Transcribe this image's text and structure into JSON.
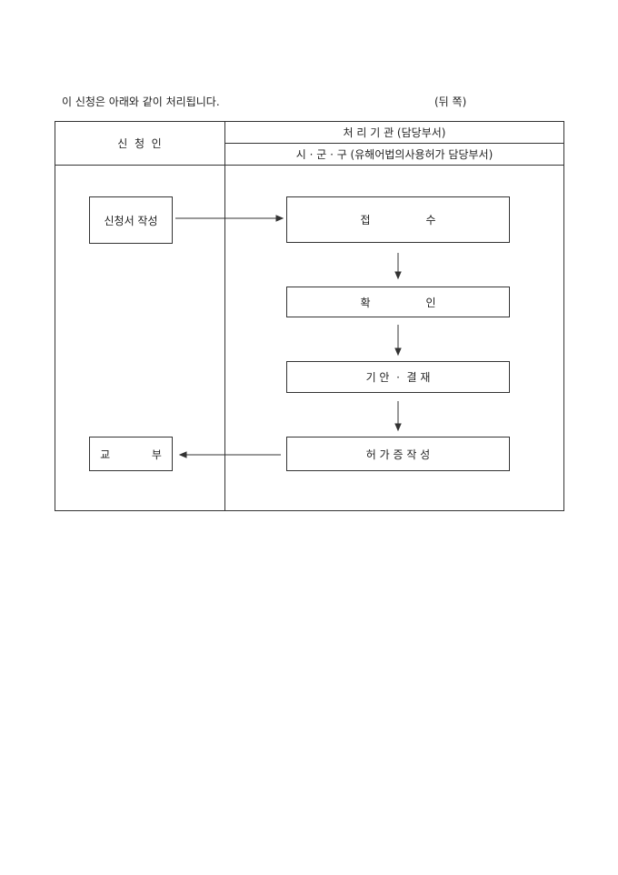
{
  "intro": "이 신청은 아래와 같이 처리됩니다.",
  "page_side": "(뒤 쪽)",
  "table": {
    "applicant_header": "신  청  인",
    "agency_header": "처 리 기 관 (담당부서)",
    "agency_sub": "시 · 군 · 구 (유해어법의사용허가 담당부서)"
  },
  "flow": {
    "write_application": "신청서 작성",
    "receipt": "접                수",
    "confirm": "확                인",
    "draft_approval": "기 안  ·  결 재",
    "permit_writing": "허 가 증 작 성",
    "issue": "교            부"
  }
}
